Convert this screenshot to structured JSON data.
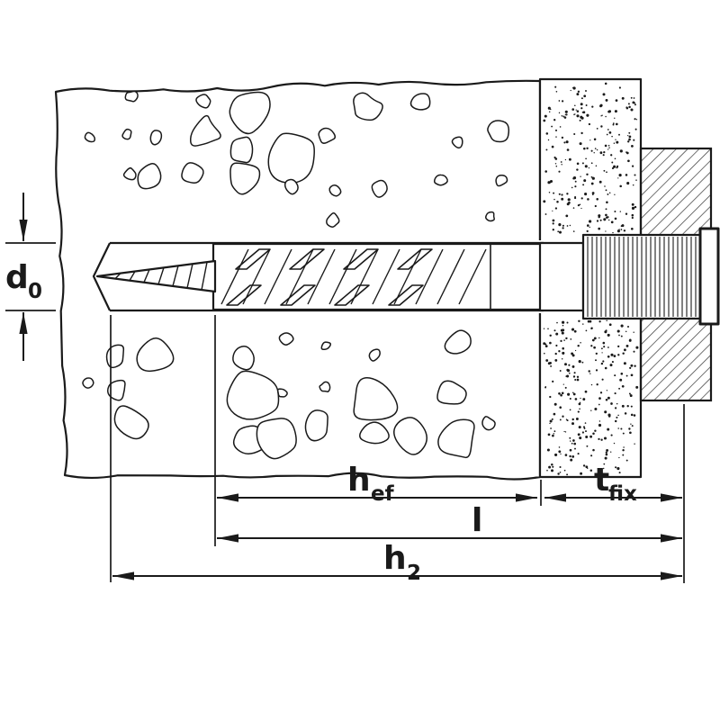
{
  "labels": {
    "d0_main": "d",
    "d0_sub": "0",
    "hef_main": "h",
    "hef_sub": "ef",
    "l_main": "l",
    "h2_main": "h",
    "h2_sub": "2",
    "tfix_main": "t",
    "tfix_sub": "fix"
  },
  "colors": {
    "line": "#1a1a1a",
    "background": "#ffffff"
  }
}
